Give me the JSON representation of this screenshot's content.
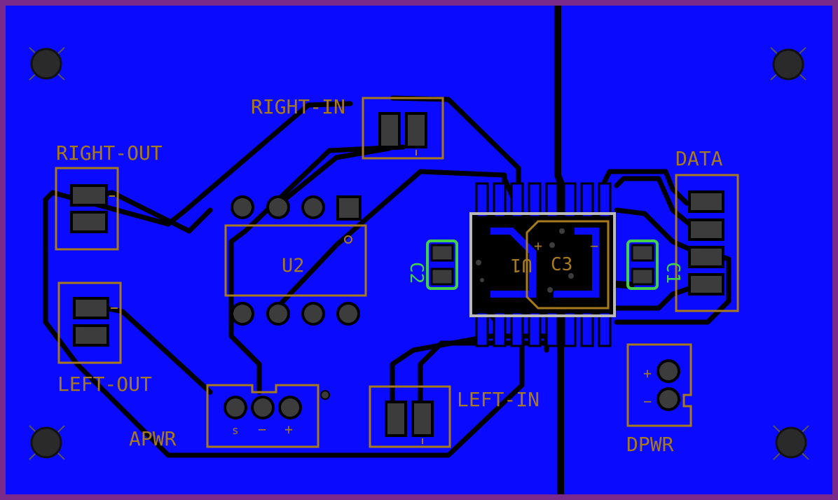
{
  "colors": {
    "outline": "#7a2a8a",
    "copper": "#0a0aff",
    "trace": "#000000",
    "silkscreen": "#a77a1e",
    "silkscreen_alt": "#44d04a",
    "pad": "#3c3c3c",
    "keepout": "#b9b9b9"
  },
  "labels": {
    "right_in": "RIGHT-IN",
    "right_out": "RIGHT-OUT",
    "left_out": "LEFT-OUT",
    "left_in": "LEFT-IN",
    "apwr": "APWR",
    "dpwr": "DPWR",
    "data": "DATA",
    "u2": "U2",
    "u1": "U1",
    "c3": "C3",
    "c2": "C2",
    "c1": "C1"
  },
  "pin_marks": {
    "apwr_s": "s",
    "apwr_minus": "−",
    "apwr_plus": "+",
    "dpwr_plus": "+",
    "dpwr_minus": "−",
    "c3_plus": "+",
    "c3_minus": "−"
  }
}
